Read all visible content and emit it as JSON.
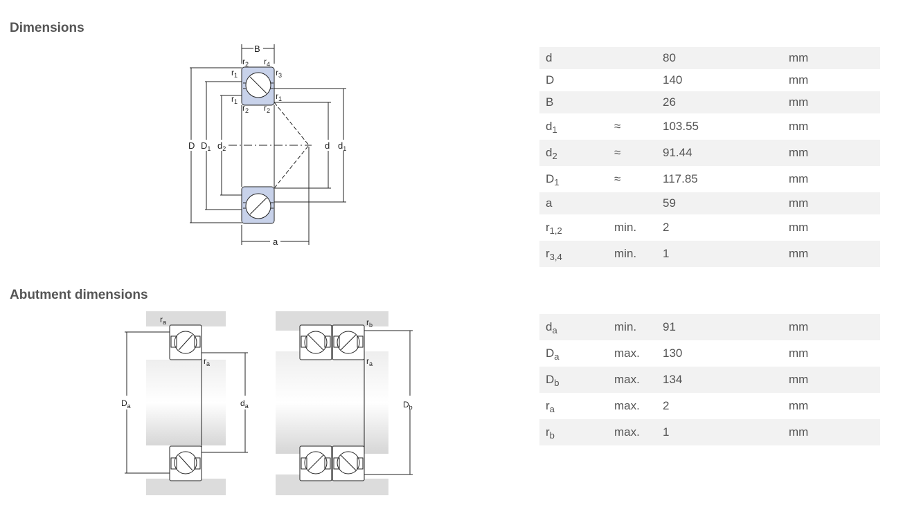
{
  "sections": {
    "dimensions": "Dimensions",
    "abutment": "Abutment dimensions"
  },
  "dimensions_rows": [
    {
      "sym": "d",
      "sub": "",
      "qual": "",
      "value": "80",
      "unit": "mm"
    },
    {
      "sym": "D",
      "sub": "",
      "qual": "",
      "value": "140",
      "unit": "mm"
    },
    {
      "sym": "B",
      "sub": "",
      "qual": "",
      "value": "26",
      "unit": "mm"
    },
    {
      "sym": "d",
      "sub": "1",
      "qual": "≈",
      "value": "103.55",
      "unit": "mm"
    },
    {
      "sym": "d",
      "sub": "2",
      "qual": "≈",
      "value": "91.44",
      "unit": "mm"
    },
    {
      "sym": "D",
      "sub": "1",
      "qual": "≈",
      "value": "117.85",
      "unit": "mm"
    },
    {
      "sym": "a",
      "sub": "",
      "qual": "",
      "value": "59",
      "unit": "mm"
    },
    {
      "sym": "r",
      "sub": "1,2",
      "qual": "min.",
      "value": "2",
      "unit": "mm"
    },
    {
      "sym": "r",
      "sub": "3,4",
      "qual": "min.",
      "value": "1",
      "unit": "mm"
    }
  ],
  "abutment_rows": [
    {
      "sym": "d",
      "sub": "a",
      "qual": "min.",
      "value": "91",
      "unit": "mm"
    },
    {
      "sym": "D",
      "sub": "a",
      "qual": "max.",
      "value": "130",
      "unit": "mm"
    },
    {
      "sym": "D",
      "sub": "b",
      "qual": "max.",
      "value": "134",
      "unit": "mm"
    },
    {
      "sym": "r",
      "sub": "a",
      "qual": "max.",
      "value": "2",
      "unit": "mm"
    },
    {
      "sym": "r",
      "sub": "b",
      "qual": "max.",
      "value": "1",
      "unit": "mm"
    }
  ],
  "diagram_labels": {
    "B": "B",
    "r": "r",
    "r1": "1",
    "r2": "2",
    "r3": "3",
    "r4": "4",
    "D": "D",
    "D1_main": "D",
    "D1_sub": "1",
    "d2_main": "d",
    "d2_sub": "2",
    "d": "d",
    "d1_main": "d",
    "d1_sub": "1",
    "a": "a",
    "ra_main": "r",
    "ra_sub": "a",
    "rb_main": "r",
    "rb_sub": "b",
    "Da_main": "D",
    "Da_sub": "a",
    "da_main": "d",
    "da_sub": "a",
    "Db_main": "D",
    "Db_sub": "b"
  },
  "colors": {
    "ring_fill": "#c8d2ea",
    "housing_fill": "#dcdcdc",
    "line": "#222222",
    "row_shade": "#f2f2f2"
  }
}
